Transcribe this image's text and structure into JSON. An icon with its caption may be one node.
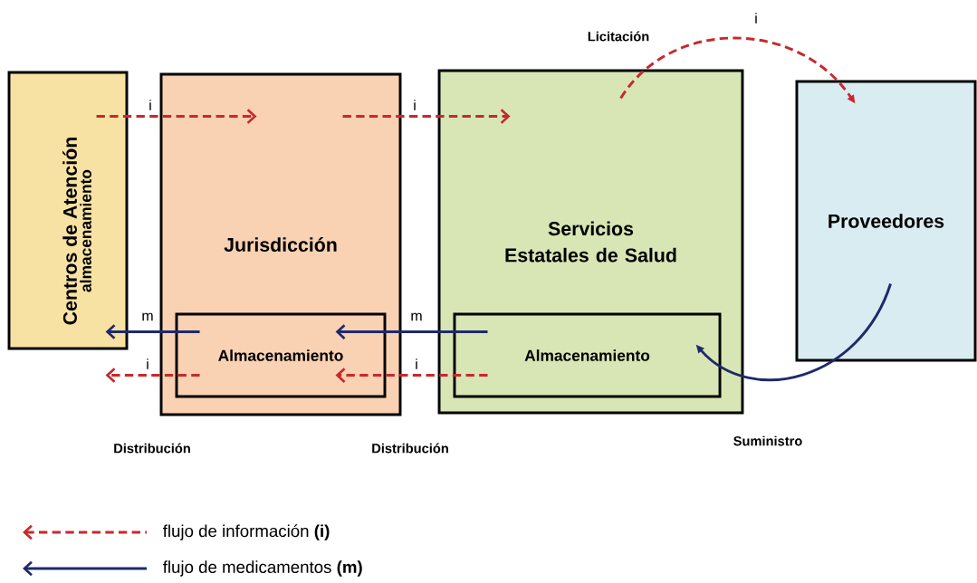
{
  "diagram": {
    "nodes": [
      {
        "text": [
          "Centros de Atención",
          "almacenamiento"
        ]
      },
      {
        "text": [
          "Jurisdicción"
        ]
      },
      {
        "text": [
          "Almacenamiento"
        ],
        "in": 1
      },
      {
        "text": [
          "Servicios Estatales de Salud"
        ]
      },
      {
        "text": [
          "Almacenamiento"
        ],
        "in": 3
      },
      {
        "text": [
          "Proveedores"
        ]
      }
    ],
    "edges": [
      {
        "from": 0,
        "to": 1,
        "arrow": "to",
        "label": "i",
        "style": "dashed"
      },
      {
        "from": 1,
        "to": 3,
        "arrow": "to",
        "label": "i",
        "style": "dashed"
      },
      {
        "from": 3,
        "to": 5,
        "arrow": "to",
        "label": "i",
        "style": "dashed"
      },
      {
        "from": 5,
        "to": 4,
        "arrow": "to",
        "color": "#1f2a6b"
      },
      {
        "from": 4,
        "to": 2,
        "arrow": "to",
        "label": "m",
        "color": "#1f2a6b"
      },
      {
        "from": 2,
        "to": 0,
        "arrow": "to",
        "label": "m",
        "color": "#1f2a6b"
      },
      {
        "from": 4,
        "to": 2,
        "arrow": "to",
        "label": "i",
        "style": "dashed"
      },
      {
        "from": 2,
        "to": 0,
        "arrow": "to",
        "label": "i",
        "style": "dashed"
      }
    ],
    "labels": [
      "Licitación",
      "Distribución",
      "Distribución",
      "Suministro"
    ],
    "legend": [
      {
        "text": "flujo de información **(i)**"
      },
      {
        "text": "flujo de medicamentos **(m)**"
      }
    ]
  }
}
